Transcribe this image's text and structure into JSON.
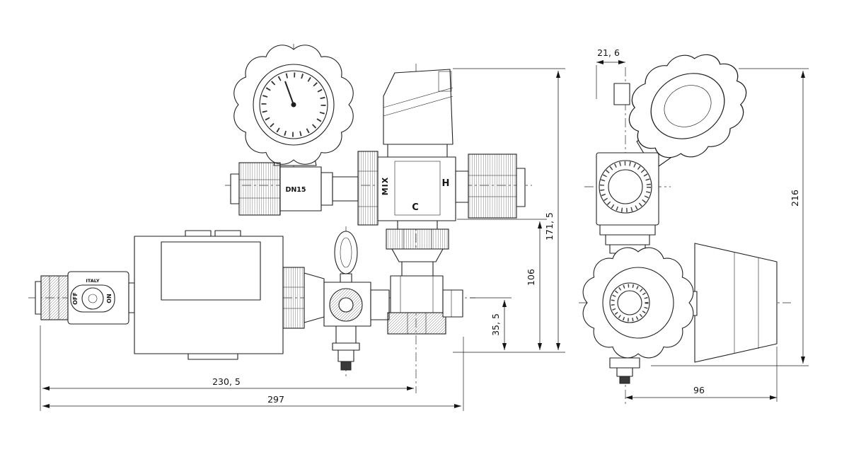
{
  "style": {
    "background": "#ffffff",
    "line_color": "#1f1f1f"
  },
  "labels": {
    "mix": "MIX",
    "cold_port": "C",
    "hot_port": "H",
    "valve_size": "DN15",
    "handle_off": "OFF",
    "handle_on": "ON",
    "origin": "ITALY"
  },
  "dimensions": {
    "front_overall_width": "297",
    "front_width_to_valve_axis": "230, 5",
    "front_overall_height": "171, 5",
    "front_height_to_union": "106",
    "front_height_to_axis": "35, 5",
    "side_offset": "21, 6",
    "side_overall_height": "216",
    "side_width": "96"
  }
}
